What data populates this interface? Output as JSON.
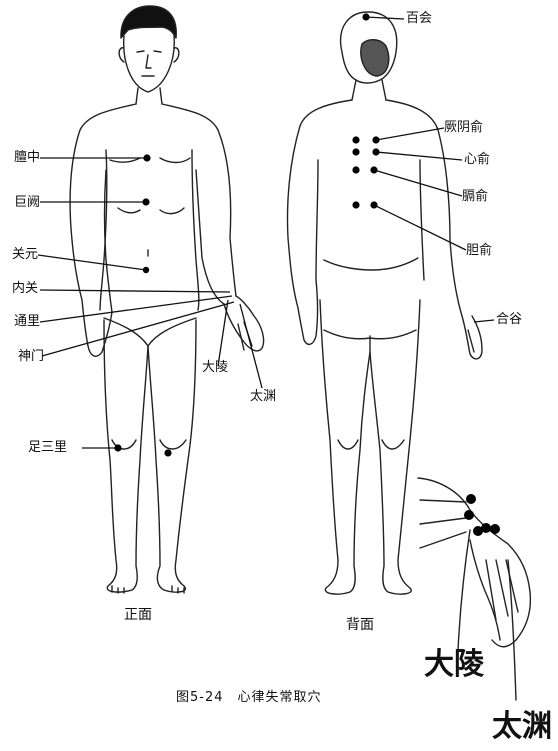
{
  "front_points": {
    "danzhong": "膻中",
    "juque": "巨阙",
    "guanyuan": "关元",
    "neiguan": "内关",
    "tongli": "通里",
    "shenmen": "神门",
    "daling": "大陵",
    "taiyuan": "太渊",
    "zusanli": "足三里"
  },
  "back_points": {
    "baihui": "百会",
    "jueyinshu": "厥阴俞",
    "xinshu": "心俞",
    "geshu": "膈俞",
    "danshu": "胆俞",
    "hegu": "合谷"
  },
  "inset": {
    "daling": "大陵",
    "taiyuan": "太渊"
  },
  "views": {
    "front": "正面",
    "back": "背面"
  },
  "caption": "图5-24　心律失常取穴"
}
